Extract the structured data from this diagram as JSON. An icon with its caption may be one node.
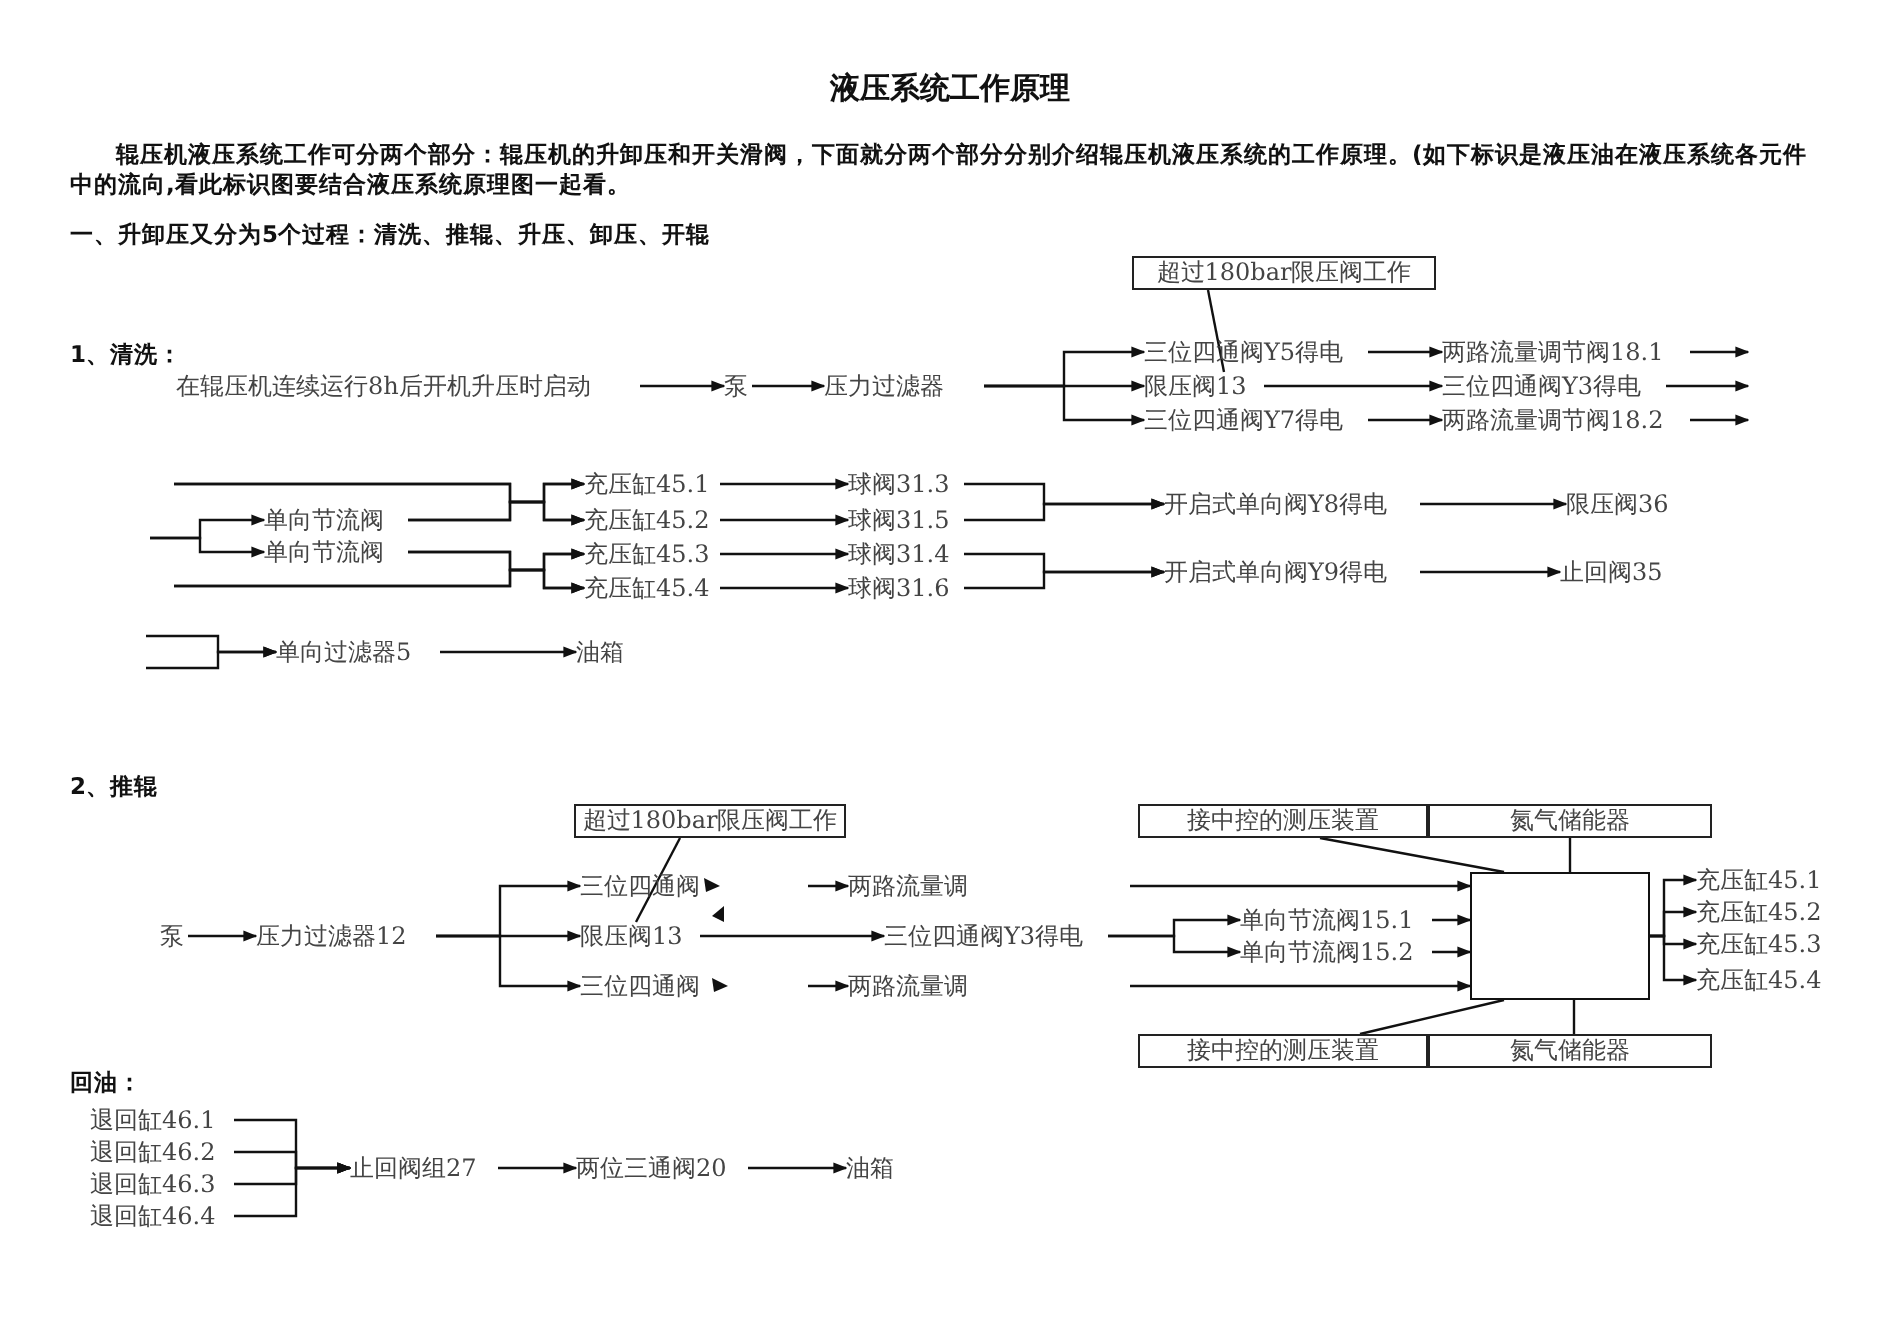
{
  "diagram": {
    "title": "液压系统工作原理",
    "nodes": [
      {
        "text": [
          "在辊压机连续运行8h后开机升压时启动"
        ]
      },
      {
        "text": [
          "泵"
        ]
      },
      {
        "text": [
          "压力过滤器"
        ]
      },
      {
        "text": [
          "三位四通阀Y5得电"
        ]
      },
      {
        "text": [
          "限压阀13"
        ]
      },
      {
        "text": [
          "三位四通阀Y7得电"
        ]
      },
      {
        "text": [
          "两路流量调节阀18.1"
        ]
      },
      {
        "text": [
          "三位四通阀Y3得电"
        ]
      },
      {
        "text": [
          "两路流量调节阀18.2"
        ]
      },
      {
        "text": [
          "超过180bar限压阀工作"
        ]
      },
      {
        "text": [
          "单向节流阀"
        ]
      },
      {
        "text": [
          "单向节流阀"
        ]
      },
      {
        "text": [
          "充压缸45.1"
        ]
      },
      {
        "text": [
          "充压缸45.2"
        ]
      },
      {
        "text": [
          "充压缸45.3"
        ]
      },
      {
        "text": [
          "充压缸45.4"
        ]
      },
      {
        "text": [
          "球阀31.3"
        ]
      },
      {
        "text": [
          "球阀31.5"
        ]
      },
      {
        "text": [
          "球阀31.4"
        ]
      },
      {
        "text": [
          "球阀31.6"
        ]
      },
      {
        "text": [
          "开启式单向阀Y8得电"
        ]
      },
      {
        "text": [
          "限压阀36"
        ]
      },
      {
        "text": [
          "开启式单向阀Y9得电"
        ]
      },
      {
        "text": [
          "止回阀35"
        ]
      },
      {
        "text": [
          "单向过滤器5"
        ]
      },
      {
        "text": [
          "油箱"
        ]
      },
      {
        "text": [
          "泵"
        ]
      },
      {
        "text": [
          "压力过滤器12"
        ]
      },
      {
        "text": [
          "三位四通阀"
        ]
      },
      {
        "text": [
          "限压阀13"
        ]
      },
      {
        "text": [
          "三位四通阀"
        ]
      },
      {
        "text": [
          "超过180bar限压阀工作"
        ]
      },
      {
        "text": [
          "两路流量调"
        ]
      },
      {
        "text": [
          "三位四通阀Y3得电"
        ]
      },
      {
        "text": [
          "两路流量调"
        ]
      },
      {
        "text": [
          "单向节流阀15.1"
        ]
      },
      {
        "text": [
          "单向节流阀15.2"
        ]
      },
      {
        "text": [
          "接中控的测压装置"
        ]
      },
      {
        "text": [
          "氮气储能器"
        ]
      },
      {
        "text": [],
        "shape": "box"
      },
      {
        "text": [
          "充压缸45.1"
        ]
      },
      {
        "text": [
          "充压缸45.2"
        ]
      },
      {
        "text": [
          "充压缸45.3"
        ]
      },
      {
        "text": [
          "充压缸45.4"
        ]
      },
      {
        "text": [
          "接中控的测压装置"
        ]
      },
      {
        "text": [
          "氮气储能器"
        ]
      },
      {
        "text": [
          "退回缸46.1"
        ]
      },
      {
        "text": [
          "退回缸46.2"
        ]
      },
      {
        "text": [
          "退回缸46.3"
        ]
      },
      {
        "text": [
          "退回缸46.4"
        ]
      },
      {
        "text": [
          "止回阀组27"
        ]
      },
      {
        "text": [
          "两位三通阀20"
        ]
      },
      {
        "text": [
          "油箱"
        ]
      }
    ],
    "edges": [
      {
        "from": 0,
        "to": 1,
        "arrow": "to"
      },
      {
        "from": 1,
        "to": 2,
        "arrow": "to"
      },
      {
        "from": 2,
        "to": 3,
        "arrow": "to"
      },
      {
        "from": 2,
        "to": 4,
        "arrow": "to"
      },
      {
        "from": 2,
        "to": 5,
        "arrow": "to"
      },
      {
        "from": 3,
        "to": 6,
        "arrow": "to"
      },
      {
        "from": 4,
        "to": 7,
        "arrow": "to"
      },
      {
        "from": 5,
        "to": 8,
        "arrow": "to"
      },
      {
        "from": 6,
        "to": null,
        "arrow": "to"
      },
      {
        "from": 7,
        "to": null,
        "arrow": "to"
      },
      {
        "from": 8,
        "to": null,
        "arrow": "to"
      },
      {
        "from": 9,
        "to": 4,
        "arrow": "none"
      },
      {
        "from": null,
        "to": 10,
        "arrow": "to"
      },
      {
        "from": null,
        "to": 11,
        "arrow": "to"
      },
      {
        "from": null,
        "to": 12,
        "arrow": "to"
      },
      {
        "from": null,
        "to": 13,
        "arrow": "to"
      },
      {
        "from": 10,
        "to": 12,
        "arrow": "to"
      },
      {
        "from": 10,
        "to": 13,
        "arrow": "to"
      },
      {
        "from": 11,
        "to": 14,
        "arrow": "to"
      },
      {
        "from": 11,
        "to": 15,
        "arrow": "to"
      },
      {
        "from": null,
        "to": 14,
        "arrow": "to"
      },
      {
        "from": null,
        "to": 15,
        "arrow": "to"
      },
      {
        "from": 12,
        "to": 16,
        "arrow": "to"
      },
      {
        "from": 13,
        "to": 17,
        "arrow": "to"
      },
      {
        "from": 14,
        "to": 18,
        "arrow": "to"
      },
      {
        "from": 15,
        "to": 19,
        "arrow": "to"
      },
      {
        "from": 16,
        "to": 20,
        "arrow": "to"
      },
      {
        "from": 17,
        "to": 20,
        "arrow": "to"
      },
      {
        "from": 18,
        "to": 22,
        "arrow": "to"
      },
      {
        "from": 19,
        "to": 22,
        "arrow": "to"
      },
      {
        "from": 20,
        "to": 21,
        "arrow": "to"
      },
      {
        "from": 22,
        "to": 23,
        "arrow": "to"
      },
      {
        "from": null,
        "to": 24,
        "arrow": "to"
      },
      {
        "from": null,
        "to": 24,
        "arrow": "to"
      },
      {
        "from": 24,
        "to": 25,
        "arrow": "to"
      },
      {
        "from": 26,
        "to": 27,
        "arrow": "to"
      },
      {
        "from": 27,
        "to": 28,
        "arrow": "to"
      },
      {
        "from": 27,
        "to": 29,
        "arrow": "to"
      },
      {
        "from": 27,
        "to": 30,
        "arrow": "to"
      },
      {
        "from": 31,
        "to": 29,
        "arrow": "none"
      },
      {
        "from": null,
        "to": 32,
        "arrow": "to"
      },
      {
        "from": 29,
        "to": 33,
        "arrow": "to"
      },
      {
        "from": null,
        "to": 34,
        "arrow": "to"
      },
      {
        "from": 33,
        "to": 35,
        "arrow": "to"
      },
      {
        "from": 33,
        "to": 36,
        "arrow": "to"
      },
      {
        "from": null,
        "to": 39,
        "arrow": "to"
      },
      {
        "from": 35,
        "to": 39,
        "arrow": "to"
      },
      {
        "from": 36,
        "to": 39,
        "arrow": "to"
      },
      {
        "from": null,
        "to": 39,
        "arrow": "to"
      },
      {
        "from": 37,
        "to": 39,
        "arrow": "none"
      },
      {
        "from": 38,
        "to": 39,
        "arrow": "none"
      },
      {
        "from": 44,
        "to": 39,
        "arrow": "none"
      },
      {
        "from": 45,
        "to": 39,
        "arrow": "none"
      },
      {
        "from": 39,
        "to": 40,
        "arrow": "to"
      },
      {
        "from": 39,
        "to": 41,
        "arrow": "to"
      },
      {
        "from": 39,
        "to": 42,
        "arrow": "to"
      },
      {
        "from": 39,
        "to": 43,
        "arrow": "to"
      },
      {
        "from": 46,
        "to": 50,
        "arrow": "to"
      },
      {
        "from": 47,
        "to": 50,
        "arrow": "to"
      },
      {
        "from": 48,
        "to": 50,
        "arrow": "to"
      },
      {
        "from": 49,
        "to": 50,
        "arrow": "to"
      },
      {
        "from": 50,
        "to": 51,
        "arrow": "to"
      },
      {
        "from": 51,
        "to": 52,
        "arrow": "to"
      }
    ],
    "labels": [
      "辊压机液压系统工作可分两个部分：辊压机的升卸压和开关滑阀，下面就分两个部分分别介绍辊压机液压系统的工作原理。(如下标识是液压油在液压系统各元件中的流向,看此标识图要结合液压系统原理图一起看。",
      "一、升卸压又分为5个过程：清洗、推辊、升压、卸压、开辊",
      "1、清洗：",
      "2、推辊",
      "回油："
    ]
  }
}
